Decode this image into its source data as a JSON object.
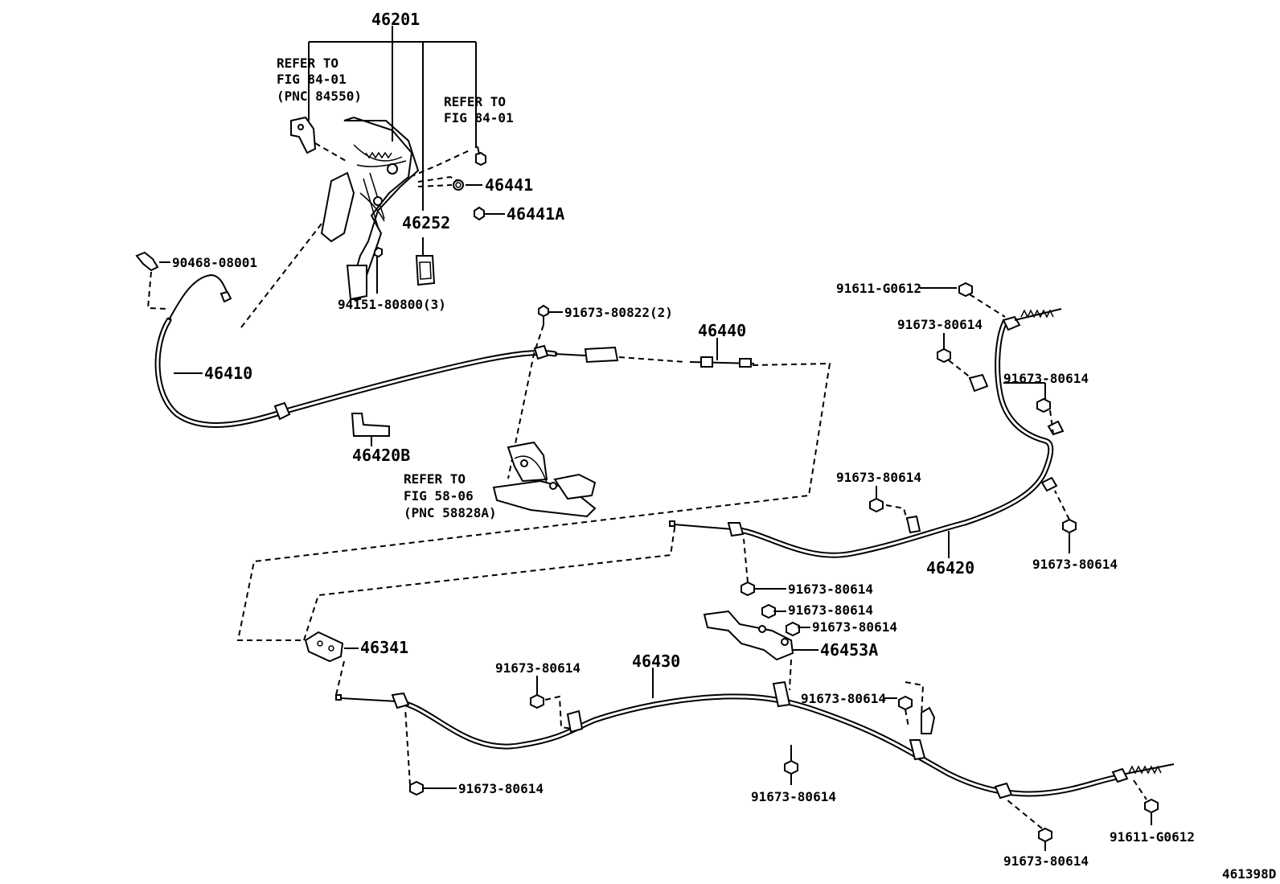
{
  "diagram": {
    "labels": {
      "p46201": "46201",
      "refer_a1": "REFER TO",
      "refer_a2": "FIG 84-01",
      "refer_a3": "(PNC 84550)",
      "refer_b1": "REFER TO",
      "refer_b2": "FIG 84-01",
      "p46441": "46441",
      "p46441A": "46441A",
      "p46252": "46252",
      "p90468": "90468-08001",
      "p94151": "94151-80800(3)",
      "p46410": "46410",
      "p91673_822": "91673-80822(2)",
      "p46440": "46440",
      "p46420B": "46420B",
      "refer_c1": "REFER TO",
      "refer_c2": "FIG 58-06",
      "refer_c3": "(PNC 58828A)",
      "p91611_top": "91611-G0612",
      "p91673_r1": "91673-80614",
      "p91673_r2": "91673-80614",
      "p91673_m1": "91673-80614",
      "p46420": "46420",
      "p91673_r3": "91673-80614",
      "p91673_c1": "91673-80614",
      "p91673_c2": "91673-80614",
      "p91673_c3": "91673-80614",
      "p46453A": "46453A",
      "p46341": "46341",
      "p46430": "46430",
      "p91673_l1": "91673-80614",
      "p91673_l2": "91673-80614",
      "p91673_b1": "91673-80614",
      "p91673_rr": "91673-80614",
      "p91611_bot": "91611-G0612",
      "p91673_bb": "91673-80614",
      "figure_code": "461398D"
    }
  }
}
